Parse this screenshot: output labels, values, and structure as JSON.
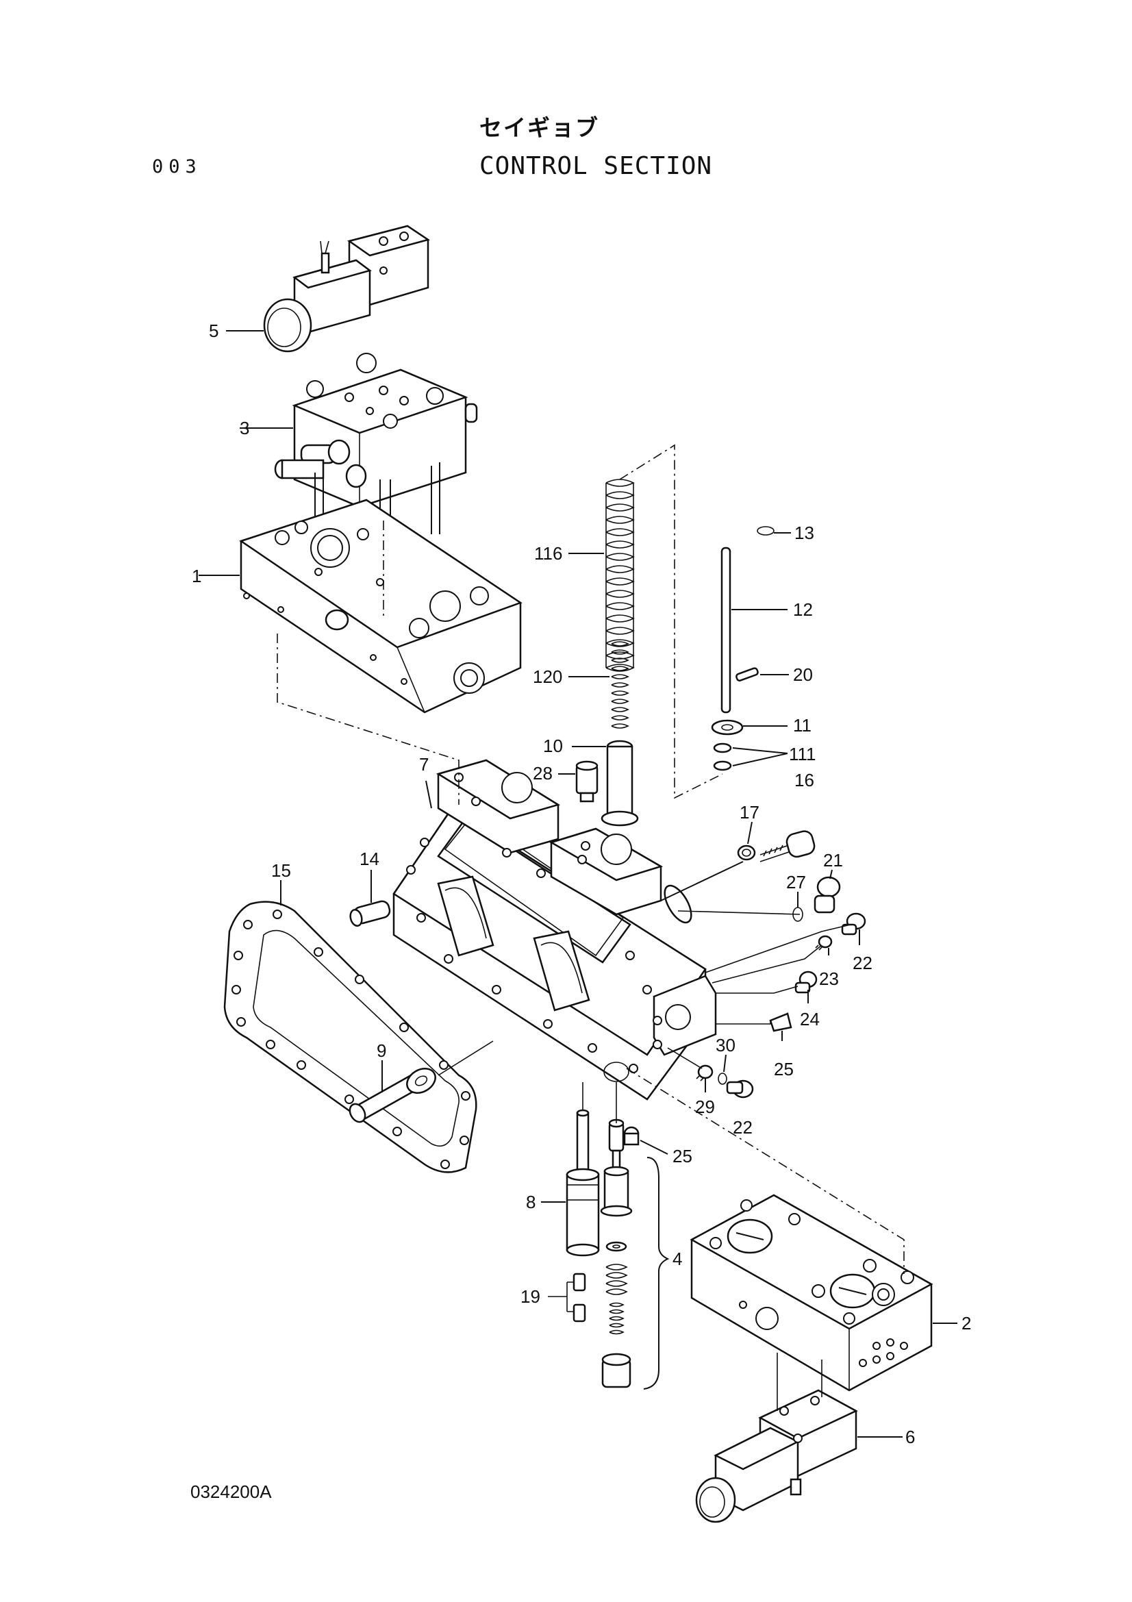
{
  "header": {
    "title_katakana": "セイギョブ",
    "title": "CONTROL SECTION",
    "page_number": "003"
  },
  "footer": {
    "drawing_number": "0324200A"
  },
  "callouts": [
    {
      "id": "c-5",
      "label": "5"
    },
    {
      "id": "c-3",
      "label": "3"
    },
    {
      "id": "c-1",
      "label": "1"
    },
    {
      "id": "c-116",
      "label": "116"
    },
    {
      "id": "c-120",
      "label": "120"
    },
    {
      "id": "c-10",
      "label": "10"
    },
    {
      "id": "c-28",
      "label": "28"
    },
    {
      "id": "c-7",
      "label": "7"
    },
    {
      "id": "c-13",
      "label": "13"
    },
    {
      "id": "c-12",
      "label": "12"
    },
    {
      "id": "c-20",
      "label": "20"
    },
    {
      "id": "c-11",
      "label": "11"
    },
    {
      "id": "c-111",
      "label": "111"
    },
    {
      "id": "c-16",
      "label": "16"
    },
    {
      "id": "c-17",
      "label": "17"
    },
    {
      "id": "c-21",
      "label": "21"
    },
    {
      "id": "c-27",
      "label": "27"
    },
    {
      "id": "c-22a",
      "label": "22"
    },
    {
      "id": "c-23",
      "label": "23"
    },
    {
      "id": "c-24",
      "label": "24"
    },
    {
      "id": "c-25a",
      "label": "25"
    },
    {
      "id": "c-30",
      "label": "30"
    },
    {
      "id": "c-29",
      "label": "29"
    },
    {
      "id": "c-22b",
      "label": "22"
    },
    {
      "id": "c-25b",
      "label": "25"
    },
    {
      "id": "c-14",
      "label": "14"
    },
    {
      "id": "c-15",
      "label": "15"
    },
    {
      "id": "c-9",
      "label": "9"
    },
    {
      "id": "c-8",
      "label": "8"
    },
    {
      "id": "c-19",
      "label": "19"
    },
    {
      "id": "c-4",
      "label": "4"
    },
    {
      "id": "c-2",
      "label": "2"
    },
    {
      "id": "c-6",
      "label": "6"
    }
  ]
}
